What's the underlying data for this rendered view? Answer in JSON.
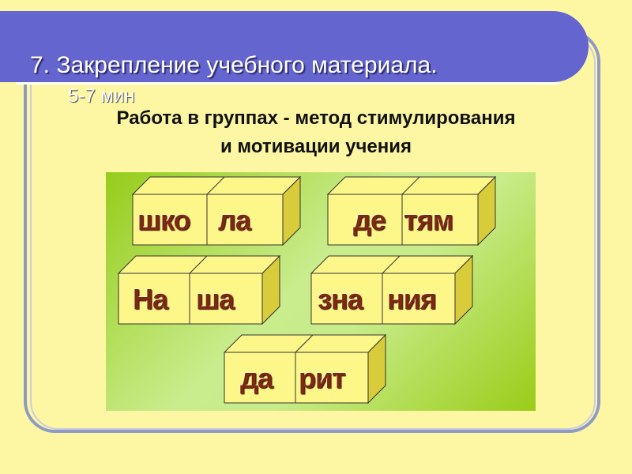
{
  "slide": {
    "title": "7. Закрепление учебного материала.",
    "title_time": "5-7 мин",
    "subtitle_line1": "Работа в группах - метод стимулирования",
    "subtitle_line2": "и мотивации учения"
  },
  "blocks": [
    {
      "left": "шко",
      "right": "ла"
    },
    {
      "left": "де",
      "right": "тям"
    },
    {
      "left": "На",
      "right": "ша"
    },
    {
      "left": "зна",
      "right": "ния"
    },
    {
      "left": "да",
      "right": "рит"
    }
  ],
  "colors": {
    "background": "#fdf7a3",
    "header": "#6565cf",
    "block_face": "#fdf78a",
    "block_side": "#d8cc3a",
    "text": "#7a2a10"
  }
}
